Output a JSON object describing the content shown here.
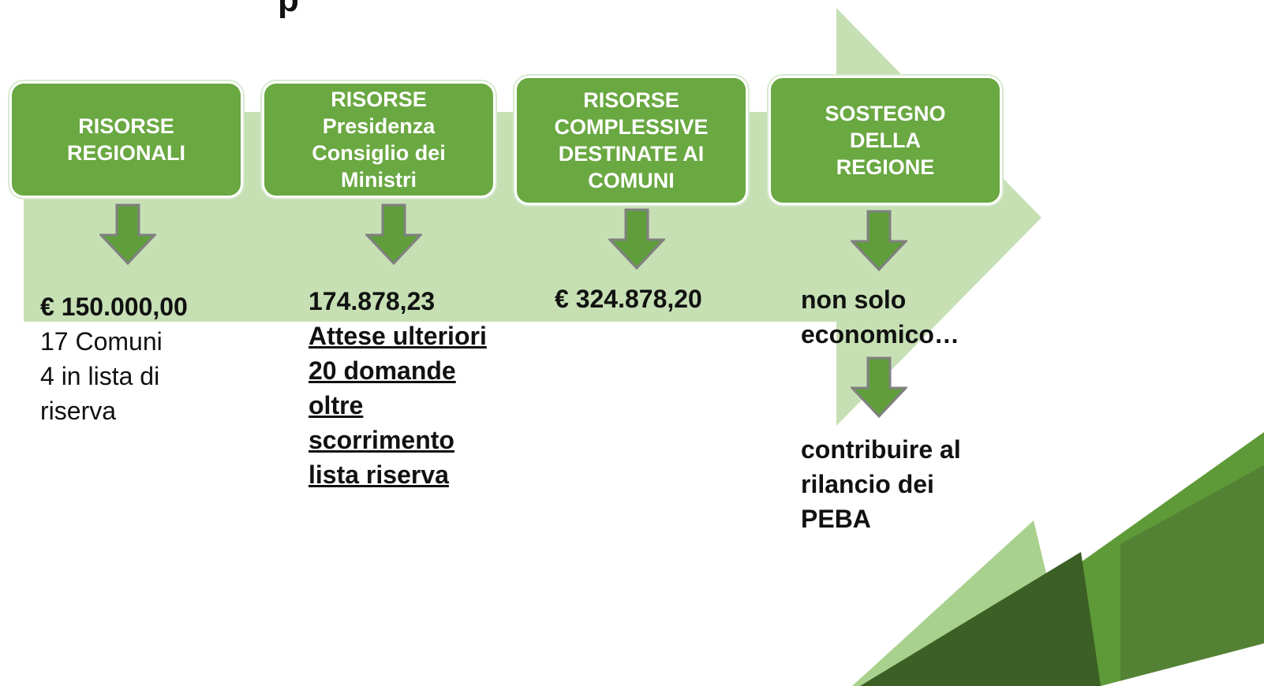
{
  "title_fragment": "p",
  "colors": {
    "box_fill": "#6aa842",
    "timeline_arrow": "#c6e0b4",
    "down_arrow_fill": "#5f9e3a",
    "down_arrow_stroke": "#808080",
    "deco_dark": "#3b5f24",
    "deco_mid": "#548235",
    "deco_light": "#a9d18e"
  },
  "steps": [
    {
      "label": "RISORSE\nREGIONALI",
      "result_lines": [
        {
          "text": "€ 150.000,00",
          "bold": true,
          "underline": false
        },
        {
          "text": "17 Comuni",
          "bold": false,
          "underline": false
        },
        {
          "text": "4 in lista di",
          "bold": false,
          "underline": false
        },
        {
          "text": "riserva",
          "bold": false,
          "underline": false
        }
      ]
    },
    {
      "label": "RISORSE\nPresidenza\nConsiglio dei\nMinistri",
      "result_lines": [
        {
          "text": "174.878,23",
          "bold": true,
          "underline": false
        },
        {
          "text": "Attese ulteriori",
          "bold": true,
          "underline": true
        },
        {
          "text": "20 domande",
          "bold": true,
          "underline": true
        },
        {
          "text": "oltre",
          "bold": true,
          "underline": true
        },
        {
          "text": "scorrimento",
          "bold": true,
          "underline": true
        },
        {
          "text": "lista riserva",
          "bold": true,
          "underline": true
        }
      ]
    },
    {
      "label": "RISORSE\nCOMPLESSIVE\nDESTINATE AI\nCOMUNI",
      "result_lines": [
        {
          "text": "€ 324.878,20",
          "bold": true,
          "underline": false
        }
      ]
    },
    {
      "label": "SOSTEGNO\nDELLA\nREGIONE",
      "result_lines": [
        {
          "text": "non solo",
          "bold": true,
          "underline": false
        },
        {
          "text": "economico…",
          "bold": true,
          "underline": false
        }
      ],
      "final_lines": [
        {
          "text": "contribuire al",
          "bold": true,
          "underline": false
        },
        {
          "text": "rilancio dei",
          "bold": true,
          "underline": false
        },
        {
          "text": "PEBA",
          "bold": true,
          "underline": false
        }
      ]
    }
  ]
}
